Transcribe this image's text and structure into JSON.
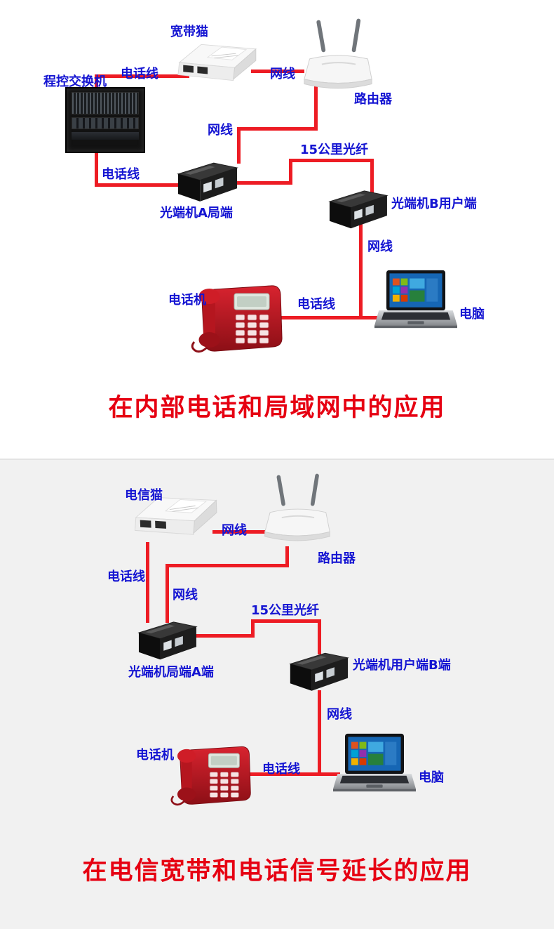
{
  "colors": {
    "label_blue": "#1414d2",
    "title_red": "#e60012",
    "cable_red": "#ed1c24",
    "section2_background": "#f1f1f1"
  },
  "section1": {
    "title": "在内部电话和局域网中的应用",
    "devices": {
      "modem": "宽带猫",
      "pbx": "程控交换机",
      "router": "路由器",
      "converter_a": "光端机A局端",
      "converter_b": "光端机B用户端",
      "phone": "电话机",
      "computer": "电脑"
    },
    "cables": {
      "tel_top": "电话线",
      "net_top": "网线",
      "net_mid": "网线",
      "fiber": "15公里光纤",
      "tel_mid": "电话线",
      "net_low": "网线",
      "tel_low": "电话线"
    }
  },
  "section2": {
    "title": "在电信宽带和电话信号延长的应用",
    "devices": {
      "modem": "电信猫",
      "router": "路由器",
      "converter_a": "光端机局端A端",
      "converter_b": "光端机用户端B端",
      "phone": "电话机",
      "computer": "电脑"
    },
    "cables": {
      "tel_left": "电话线",
      "net_top": "网线",
      "net_mid": "网线",
      "fiber": "15公里光纤",
      "net_low": "网线",
      "tel_low": "电话线"
    }
  }
}
